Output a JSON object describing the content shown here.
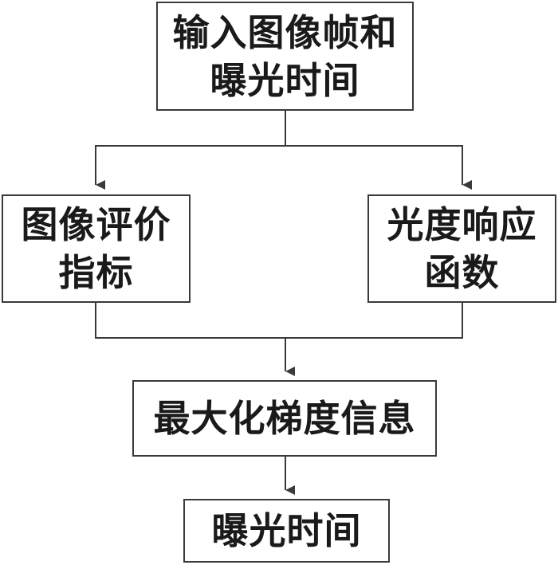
{
  "nodes": {
    "input": {
      "line1": "输入图像帧和",
      "line2": "曝光时间"
    },
    "eval": {
      "line1": "图像评价",
      "line2": "指标"
    },
    "response": {
      "line1": "光度响应",
      "line2": "函数"
    },
    "maximize": {
      "label": "最大化梯度信息"
    },
    "output": {
      "label": "曝光时间"
    }
  },
  "colors": {
    "stroke": "#3a3a3a",
    "text": "#1a1a1a",
    "background": "#ffffff"
  }
}
